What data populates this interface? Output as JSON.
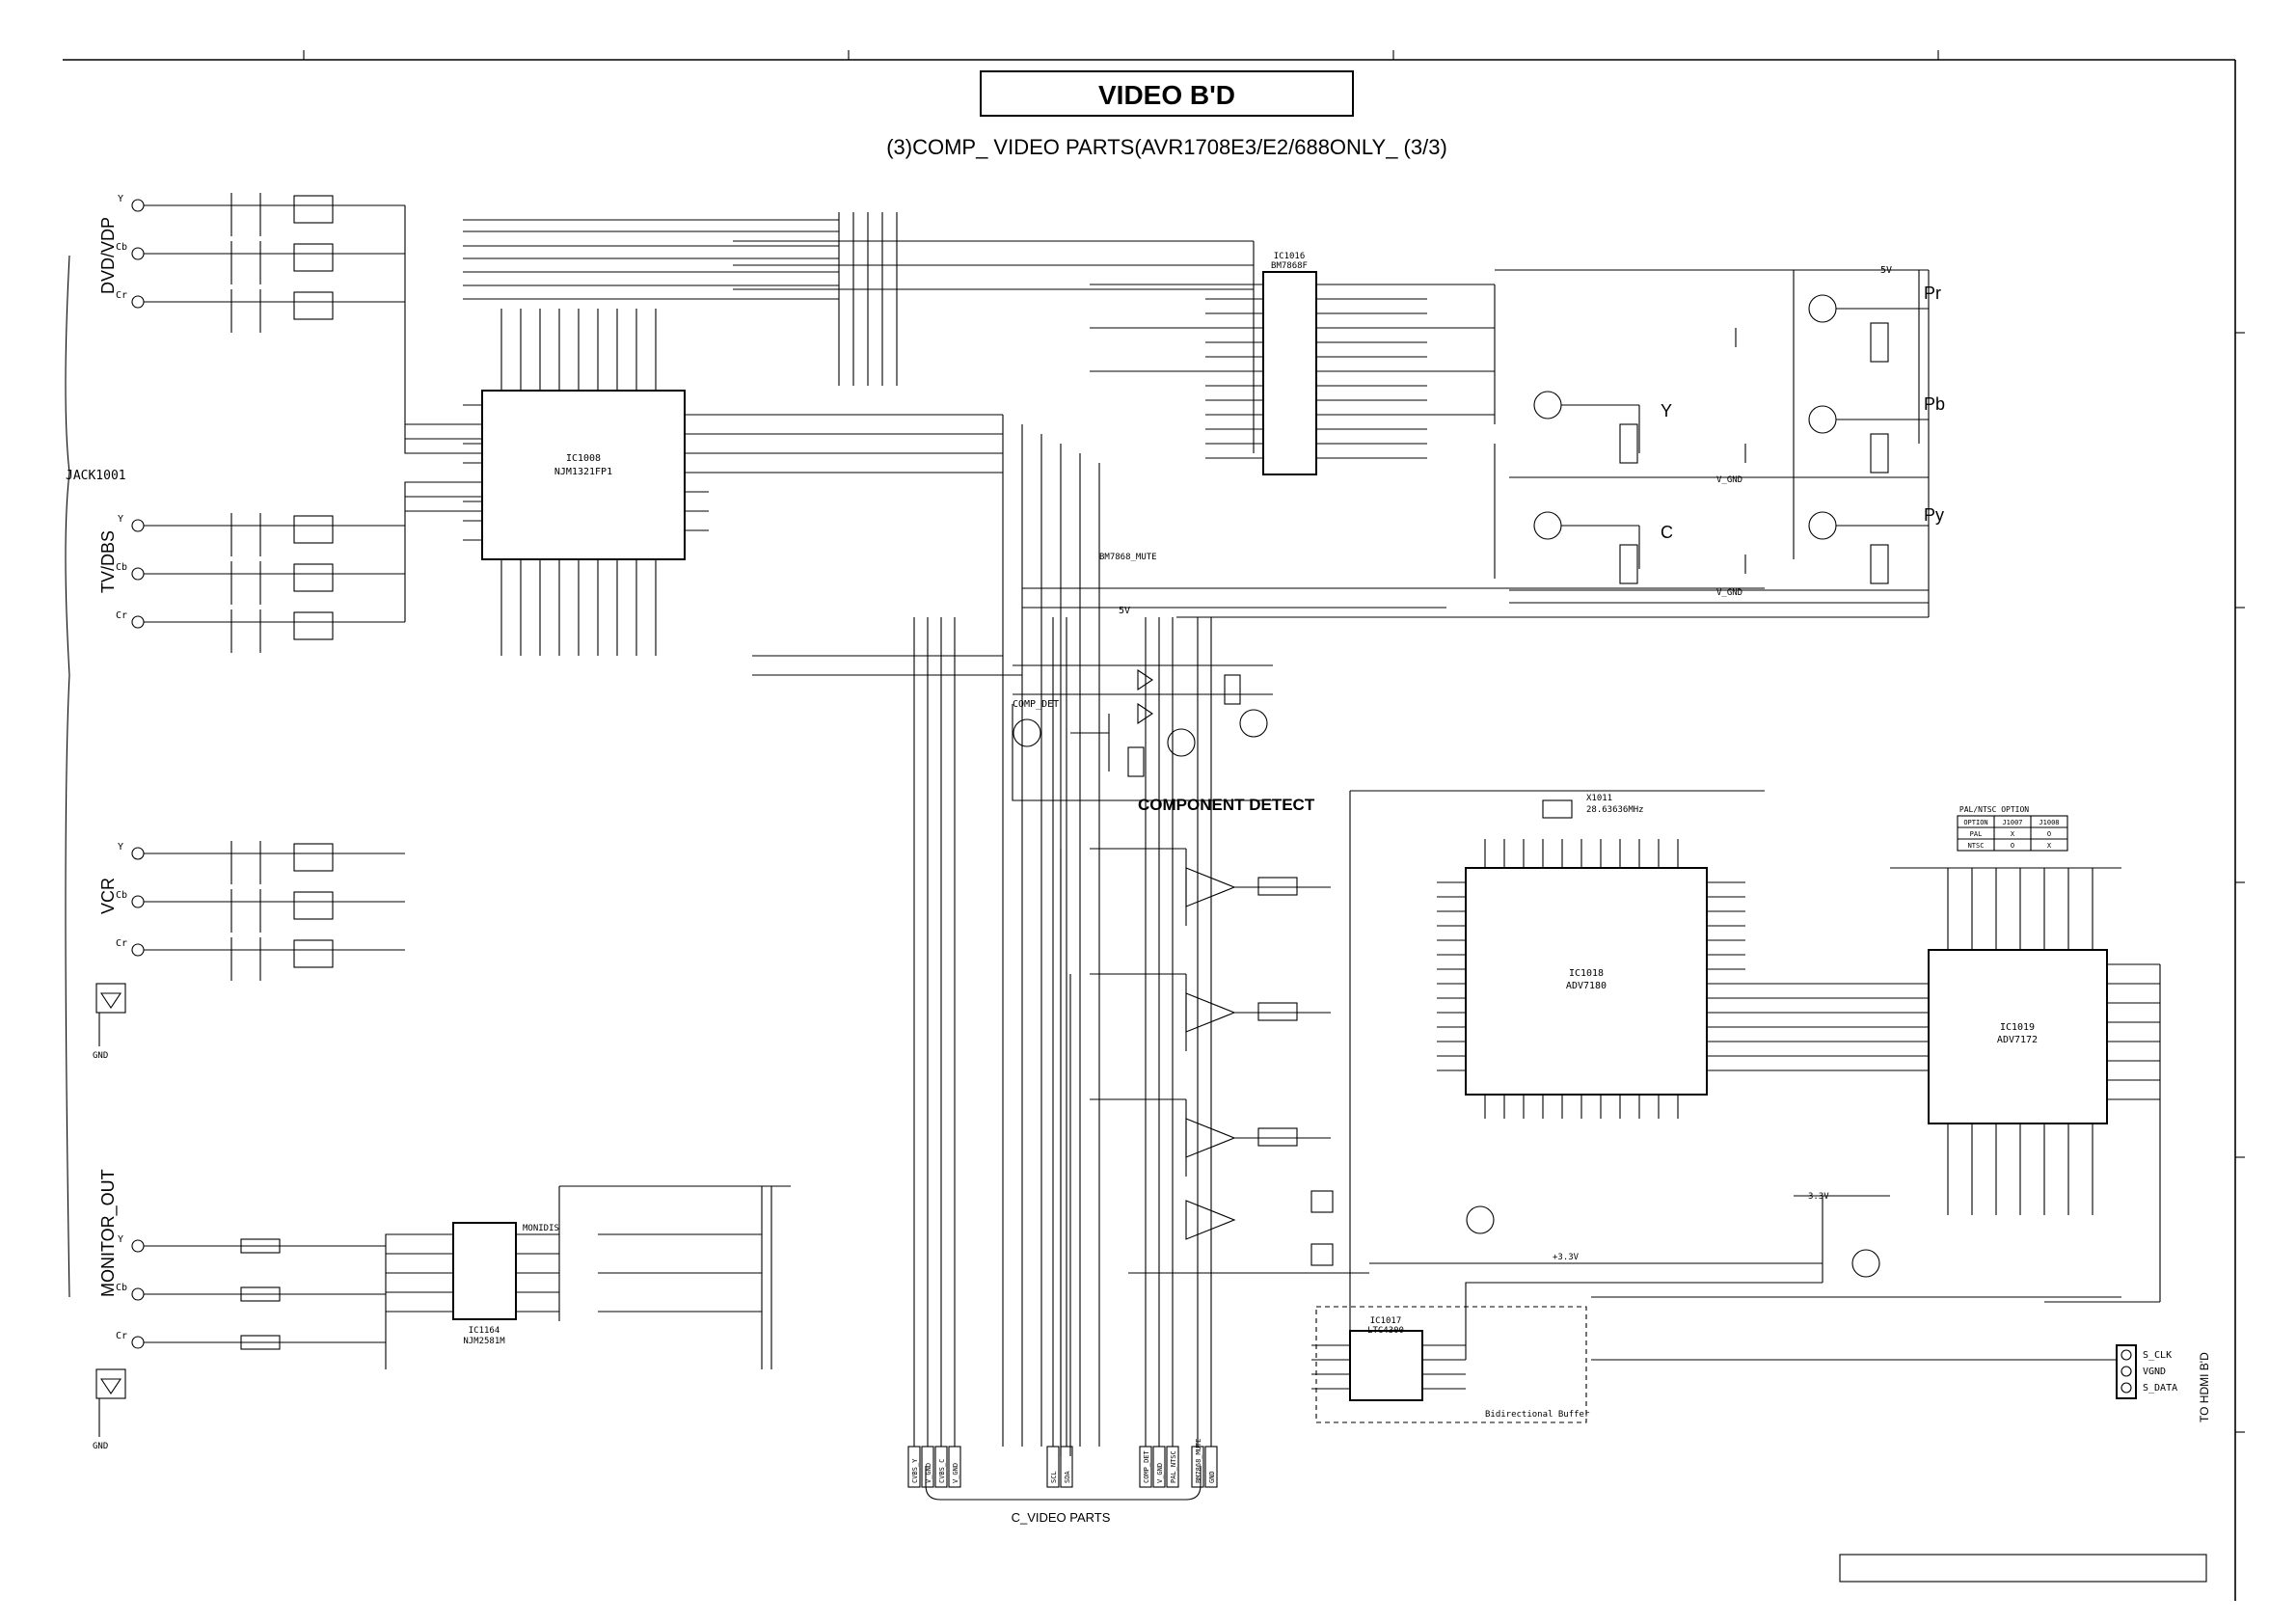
{
  "title": "VIDEO B'D",
  "subtitle": "(3)COMP_ VIDEO PARTS(AVR1708E3/E2/688ONLY_ (3/3)",
  "connector": {
    "name": "JACK1001"
  },
  "inputs": [
    {
      "label": "DVD/VDP",
      "pins": [
        "Y",
        "Cb",
        "Cr"
      ]
    },
    {
      "label": "TV/DBS",
      "pins": [
        "Y",
        "Cb",
        "Cr"
      ]
    },
    {
      "label": "VCR",
      "pins": [
        "Y",
        "Cb",
        "Cr"
      ]
    },
    {
      "label": "MONITOR_OUT",
      "pins": [
        "Y",
        "Cb",
        "Cr"
      ]
    }
  ],
  "outputs": [
    "Pr",
    "Pb",
    "Y",
    "C",
    "Py"
  ],
  "ics": {
    "ic1008": {
      "ref": "IC1008",
      "part": "NJM1321FP1"
    },
    "ic1016": {
      "ref": "IC1016",
      "part": "BM7868F"
    },
    "ic1018": {
      "ref": "IC1018",
      "part": "ADV7180"
    },
    "ic1019": {
      "ref": "IC1019",
      "part": "ADV7172"
    },
    "ic1164": {
      "ref": "IC1164",
      "part": "NJM2581M"
    },
    "ic1017": {
      "ref": "IC1017",
      "part": "LTC4300"
    }
  },
  "labels": {
    "component_detect": "COMPONENT DETECT",
    "comp_det": "COMP_DET",
    "c_video_parts": "C_VIDEO PARTS",
    "bidirectional_buffer": "Bidirectional Buffer",
    "to_hdmi": "TO HDMI B'D",
    "monidis": "MONIDIS",
    "gnd": "GND",
    "rail_5v": "5V",
    "rail_33v": "3.3V",
    "rail_43v": "+3.3V",
    "v_gnd": "V_GND",
    "bm7868_mute": "BM7868_MUTE"
  },
  "hdmi_pins": [
    "S_CLK",
    "VGND",
    "S_DATA"
  ],
  "option_table": {
    "title": "PAL/NTSC OPTION",
    "headers": [
      "OPTION",
      "J1007",
      "J1008"
    ],
    "rows": [
      [
        "PAL",
        "X",
        "O"
      ],
      [
        "NTSC",
        "O",
        "X"
      ]
    ]
  },
  "crystal": {
    "ref": "X1011",
    "value": "28.63636MHz"
  },
  "bottom_connectors": [
    "CVBS_Y",
    "V_GND",
    "CVBS_C",
    "V_GND",
    "SCL",
    "SDA",
    "COMP_DET",
    "V_GND",
    "PAL_NTSC",
    "BM7868_MUTE",
    "GND"
  ]
}
